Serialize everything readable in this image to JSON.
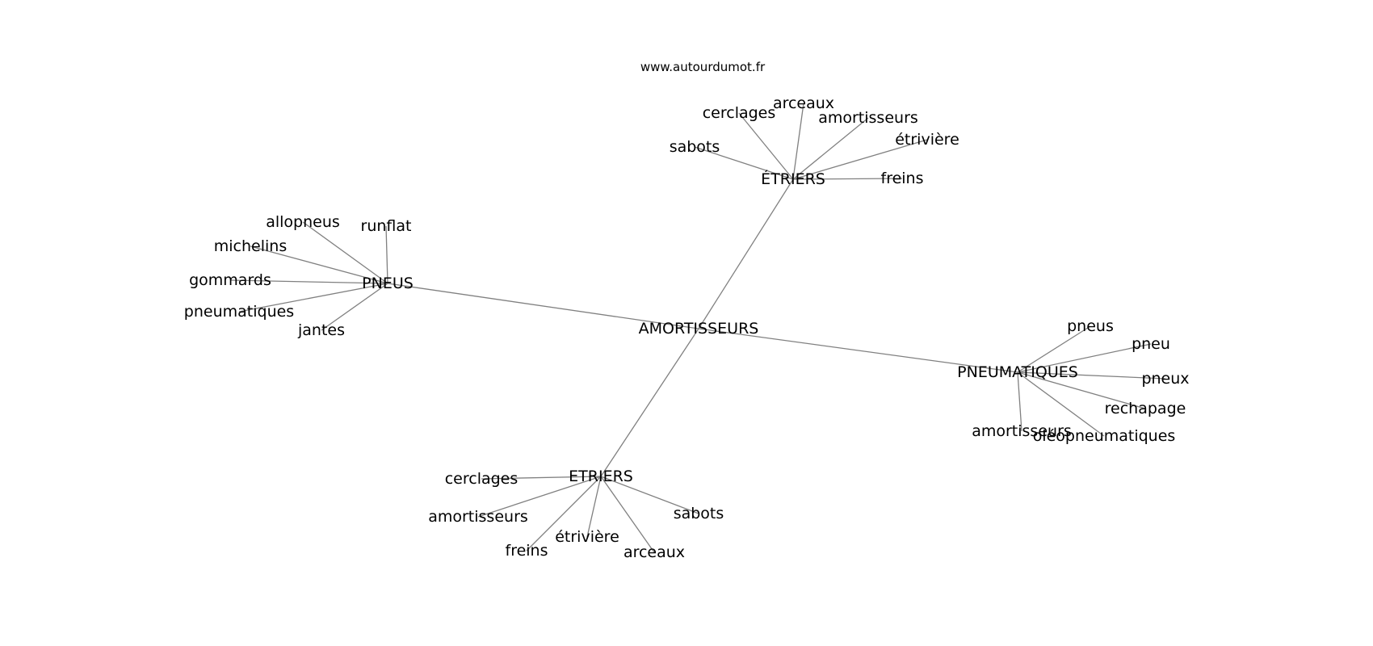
{
  "source": "www.autourdumot.fr",
  "graph": {
    "root": "AMORTISSEURS",
    "branches": [
      {
        "label": "ÉTRIERS",
        "leaves": [
          "sabots",
          "cerclages",
          "arceaux",
          "amortisseurs",
          "étrivière",
          "freins"
        ]
      },
      {
        "label": "PNEUS",
        "leaves": [
          "allopneus",
          "runflat",
          "michelins",
          "gommards",
          "pneumatiques",
          "jantes"
        ]
      },
      {
        "label": "PNEUMATIQUES",
        "leaves": [
          "pneus",
          "pneu",
          "pneux",
          "rechapage",
          "oléopneumatiques",
          "amortisseurs"
        ]
      },
      {
        "label": "ETRIERS",
        "leaves": [
          "cerclages",
          "amortisseurs",
          "freins",
          "étrivière",
          "arceaux",
          "sabots"
        ]
      }
    ]
  }
}
